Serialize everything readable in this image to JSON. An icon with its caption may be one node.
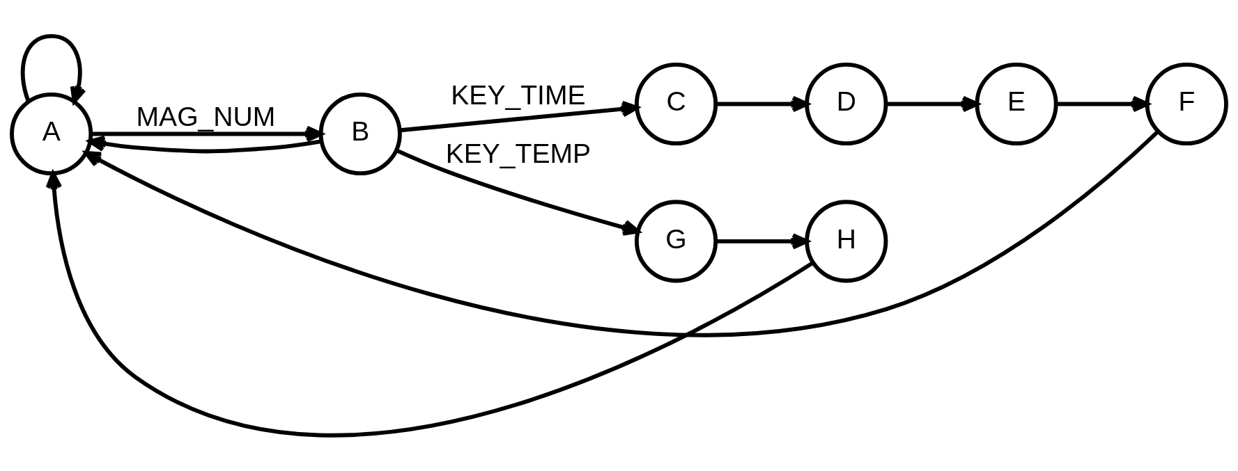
{
  "diagram": {
    "nodes": [
      {
        "text": [
          "A"
        ]
      },
      {
        "text": [
          "B"
        ]
      },
      {
        "text": [
          "C"
        ]
      },
      {
        "text": [
          "D"
        ]
      },
      {
        "text": [
          "E"
        ]
      },
      {
        "text": [
          "F"
        ]
      },
      {
        "text": [
          "G"
        ]
      },
      {
        "text": [
          "H"
        ]
      }
    ],
    "edges": [
      {
        "from": 0,
        "to": 0,
        "arrow": "to"
      },
      {
        "from": 0,
        "to": 1,
        "arrow": "to",
        "label": "MAG_NUM"
      },
      {
        "from": 1,
        "to": 0,
        "arrow": "to"
      },
      {
        "from": 1,
        "to": 2,
        "arrow": "to",
        "label": "KEY_TIME"
      },
      {
        "from": 1,
        "to": 6,
        "arrow": "to",
        "label": "KEY_TEMP"
      },
      {
        "from": 2,
        "to": 3,
        "arrow": "to"
      },
      {
        "from": 3,
        "to": 4,
        "arrow": "to"
      },
      {
        "from": 4,
        "to": 5,
        "arrow": "to"
      },
      {
        "from": 5,
        "to": 0,
        "arrow": "to"
      },
      {
        "from": 6,
        "to": 7,
        "arrow": "to"
      },
      {
        "from": 7,
        "to": 0,
        "arrow": "to"
      }
    ]
  }
}
